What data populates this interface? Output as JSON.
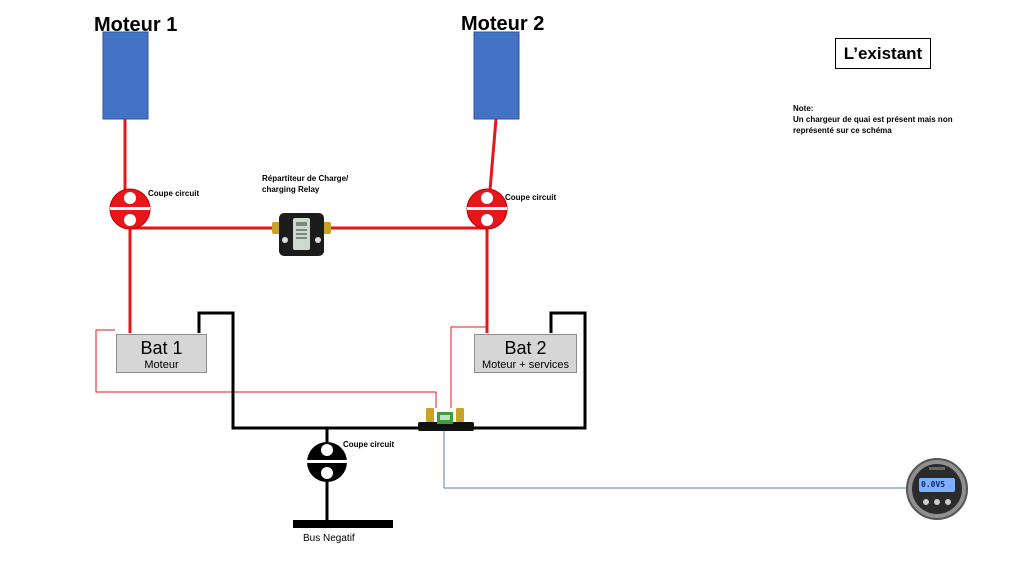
{
  "title": "L’existant",
  "note": {
    "heading": "Note:",
    "text": "Un chargeur de quai est présent mais non représenté sur ce schéma"
  },
  "motors": [
    {
      "label": "Moteur 1"
    },
    {
      "label": "Moteur 2"
    }
  ],
  "batteries": [
    {
      "name": "Bat 1",
      "description": "Moteur"
    },
    {
      "name": "Bat 2",
      "description": "Moteur + services"
    }
  ],
  "switches": [
    {
      "label": "Coupe circuit",
      "color": "#e8151b"
    },
    {
      "label": "Coupe circuit",
      "color": "#e8151b"
    },
    {
      "label": "Coupe circuit",
      "color": "#000000"
    }
  ],
  "relay": {
    "label_line1": "Répartiteur de Charge/",
    "label_line2": "charging Relay"
  },
  "bus": {
    "label": "Bus Negatif"
  },
  "monitor": {
    "display_text": "0.0V5"
  },
  "colors": {
    "motor_fill": "#4472c4",
    "positive_wire": "#e8151b",
    "negative_wire": "#000000",
    "signal_wire": "#4472c4",
    "battery_fill": "#d6d6d6"
  }
}
